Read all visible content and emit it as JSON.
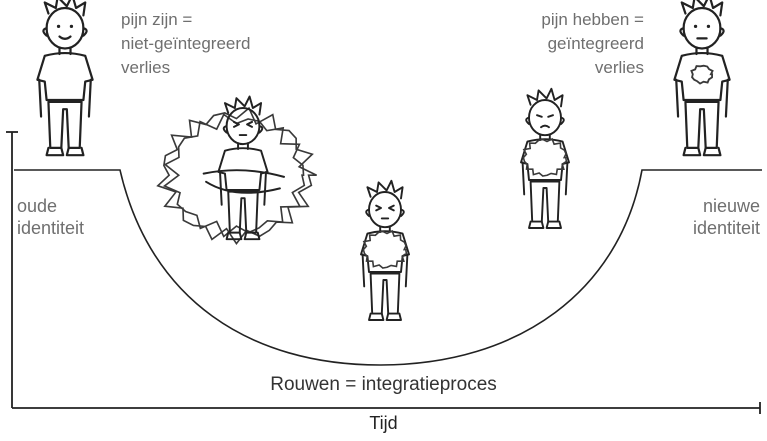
{
  "top_left_note": [
    "pijn zijn =",
    "niet-geïntegreerd",
    "verlies"
  ],
  "top_right_note": [
    "pijn hebben =",
    "geïntegreerd",
    "verlies"
  ],
  "left_label": [
    "oude",
    "identiteit"
  ],
  "right_label": [
    "nieuwe",
    "identiteit"
  ],
  "bottom_caption": "Rouwen = integratieproces",
  "x_axis_label": "Tijd",
  "colors": {
    "text": "#6f6f6f",
    "line": "#222222",
    "cloud": "#3a3a3a"
  },
  "figures": [
    {
      "id": "old-self",
      "expression": "smile",
      "cloud": "none"
    },
    {
      "id": "engulfed-self",
      "expression": "squint",
      "cloud": "full"
    },
    {
      "id": "bottom-self",
      "expression": "squint",
      "cloud": "chest"
    },
    {
      "id": "rising-self",
      "expression": "frown",
      "cloud": "chest"
    },
    {
      "id": "new-self",
      "expression": "neutral",
      "cloud": "small"
    }
  ]
}
